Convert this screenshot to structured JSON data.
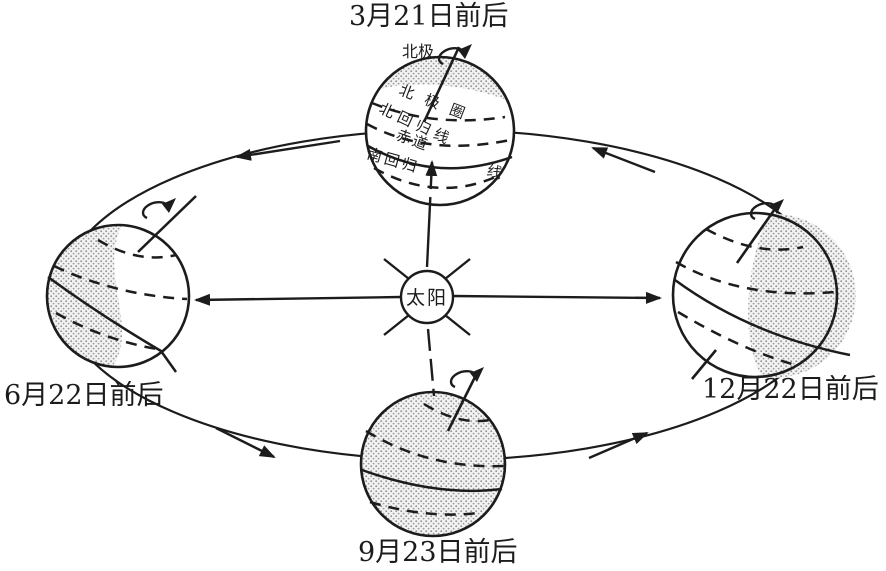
{
  "diagram": {
    "dates": {
      "march": "3月21日前后",
      "june": "6月22日前后",
      "september": "9月23日前后",
      "december": "12月22日前后"
    },
    "sun": {
      "label": "太阳"
    },
    "earth_top": {
      "north_pole": "北极",
      "arctic_circle": "北极圈",
      "tropic_of_cancer": "北回归线",
      "equator": "赤道",
      "tropic_of_capricorn_left": "南回归",
      "tropic_of_capricorn_right": "线"
    },
    "colors": {
      "ink": "#1c1c1c",
      "shade_dots": "#8f8f8f",
      "background": "#ffffff"
    }
  }
}
